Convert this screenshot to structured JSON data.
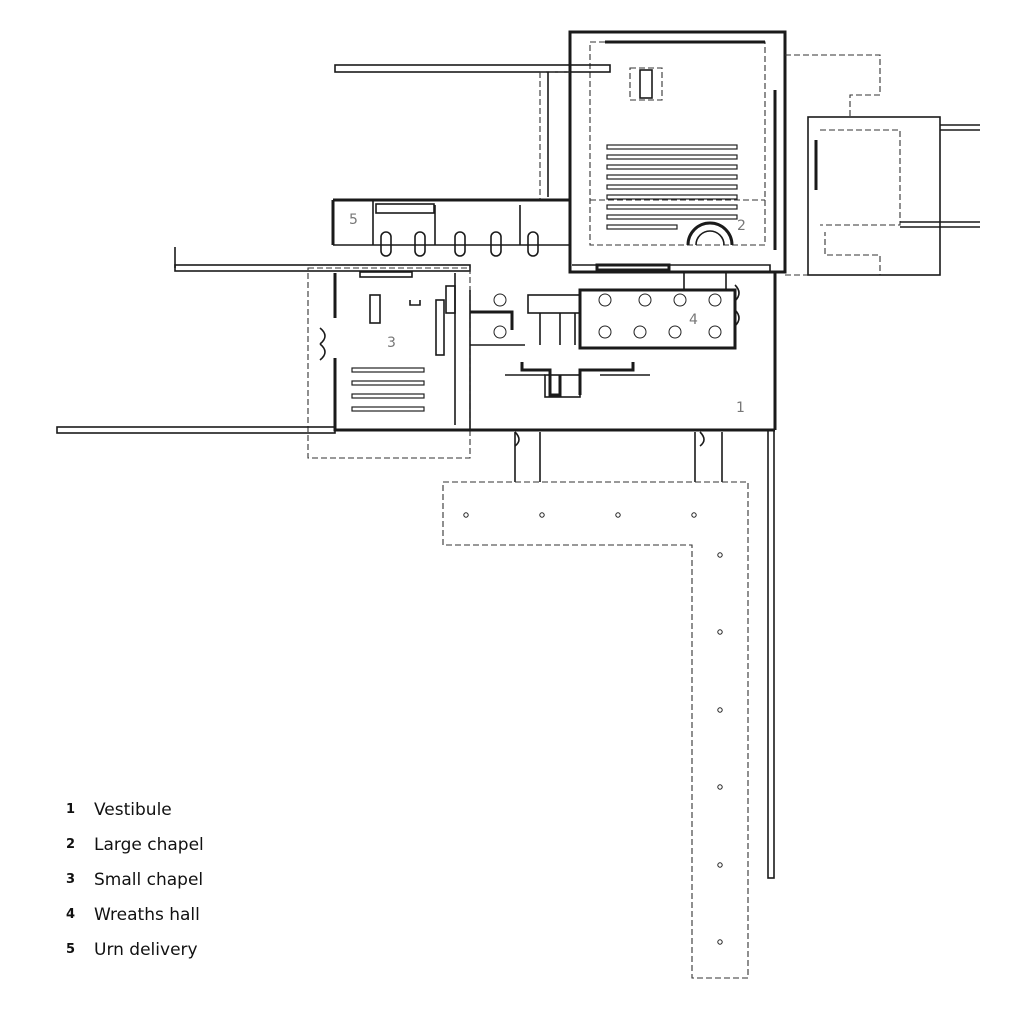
{
  "plan_labels": {
    "vestibule": "1",
    "large_chapel": "2",
    "small_chapel": "3",
    "wreaths_hall": "4",
    "urn_delivery": "5"
  },
  "legend": [
    {
      "num": "1",
      "label": "Vestibule"
    },
    {
      "num": "2",
      "label": "Large chapel"
    },
    {
      "num": "3",
      "label": "Small chapel"
    },
    {
      "num": "4",
      "label": "Wreaths hall"
    },
    {
      "num": "5",
      "label": "Urn delivery"
    }
  ]
}
